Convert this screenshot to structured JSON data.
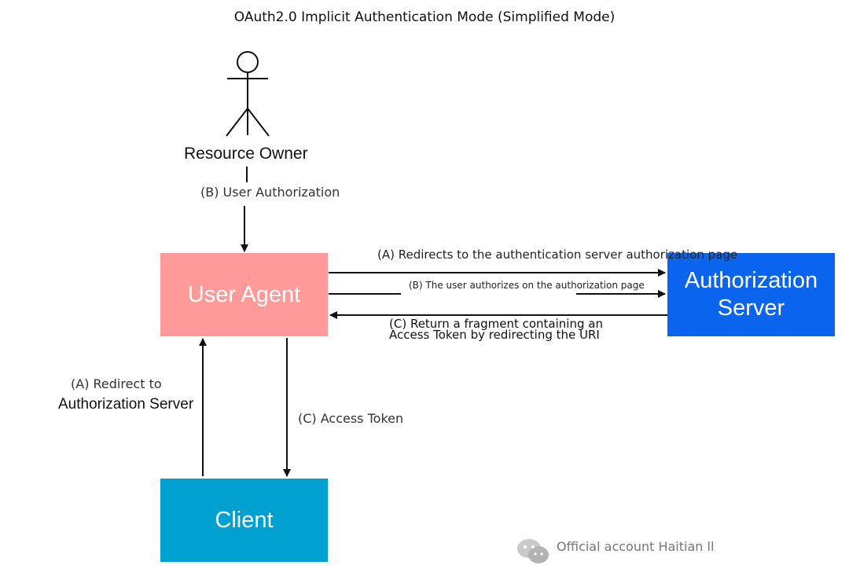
{
  "title": "OAuth2.0 Implicit Authentication Mode (Simplified Mode)",
  "nodes": {
    "resource_owner": "Resource Owner",
    "user_agent": "User Agent",
    "authorization_server": "Authorization Server",
    "client": "Client"
  },
  "edges": {
    "b_user_authorization": "(B) User Authorization",
    "a_redirects": "(A) Redirects to the authentication server authorization page",
    "b_user_authorizes": "(B) The user authorizes on the authorization page",
    "c_return_fragment": "(C) Return a fragment containing an Access Token by redirecting the URI",
    "a_redirect_to": "(A) Redirect to",
    "a_redirect_to_target": "Authorization Server",
    "c_access_token": "(C) Access Token"
  },
  "watermark": {
    "text": "Official account Haitian ll",
    "icon": "wechat-icon"
  },
  "colors": {
    "user_agent": "#ff9a9a",
    "authorization_server": "#0a64ee",
    "client": "#00a0d0"
  }
}
